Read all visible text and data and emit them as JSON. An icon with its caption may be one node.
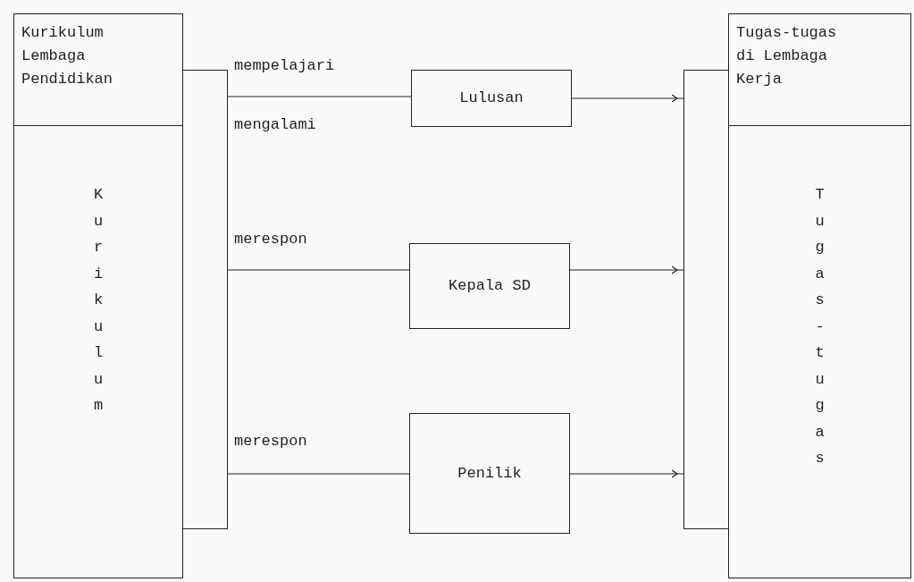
{
  "diagram": {
    "nodes": [
      {
        "text": [
          "Kurikulum Lembaga Pendidikan",
          "Kurikulum"
        ]
      },
      {
        "text": [],
        "shape": "bar"
      },
      {
        "text": [
          "Lulusan"
        ]
      },
      {
        "text": [
          "Kepala SD"
        ]
      },
      {
        "text": [
          "Penilik"
        ]
      },
      {
        "text": [],
        "shape": "bar"
      },
      {
        "text": [
          "Tugas-tugas di Lembaga Kerja",
          "Tugas-tugas"
        ]
      }
    ],
    "edges": [
      {
        "from": 1,
        "to": 2,
        "arrow": "none",
        "label": "mempelajari"
      },
      {
        "from": 1,
        "to": 3,
        "arrow": "none",
        "label": "merespon"
      },
      {
        "from": 1,
        "to": 4,
        "arrow": "none",
        "label": "merespon"
      },
      {
        "from": 2,
        "to": 5,
        "arrow": "to"
      },
      {
        "from": 3,
        "to": 5,
        "arrow": "to"
      },
      {
        "from": 4,
        "to": 5,
        "arrow": "to"
      }
    ],
    "labels": [
      "mengalami"
    ]
  }
}
